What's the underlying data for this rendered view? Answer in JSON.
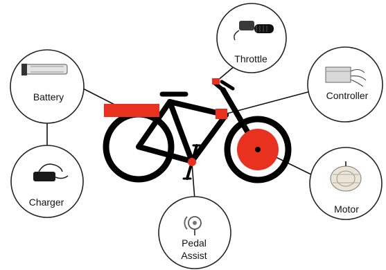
{
  "components": [
    {
      "key": "throttle",
      "label": "Throttle",
      "icon": "throttle-icon"
    },
    {
      "key": "battery",
      "label": "Battery",
      "icon": "battery-pack-icon"
    },
    {
      "key": "controller",
      "label": "Controller",
      "icon": "controller-box-icon"
    },
    {
      "key": "charger",
      "label": "Charger",
      "icon": "charger-icon"
    },
    {
      "key": "motor",
      "label": "Motor",
      "icon": "hub-motor-icon"
    },
    {
      "key": "pedal_assist",
      "label_lines": [
        "Pedal",
        "Assist"
      ],
      "icon": "pedal-sensor-icon"
    }
  ],
  "colors": {
    "bike_frame": "#000000",
    "highlight": "#e8311e",
    "circle_stroke": "#222222",
    "connector": "#111111"
  }
}
